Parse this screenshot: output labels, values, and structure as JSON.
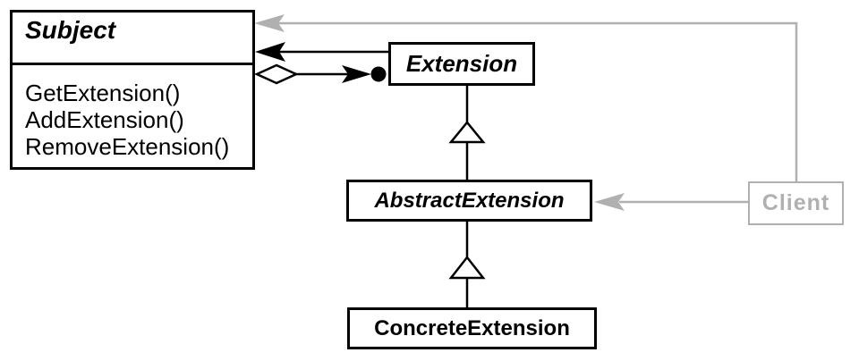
{
  "diagram": {
    "kind": "uml-class-diagram",
    "colors": {
      "foreground": "#000000",
      "muted_gray": "#b0b0b0",
      "background": "#ffffff"
    },
    "classes": [
      {
        "id": "subject",
        "name": "Subject",
        "abstract": true,
        "methods": [
          "GetExtension()",
          "AddExtension()",
          "RemoveExtension()"
        ]
      },
      {
        "id": "extension",
        "name": "Extension",
        "abstract": true
      },
      {
        "id": "abstract-extension",
        "name": "AbstractExtension",
        "abstract": true
      },
      {
        "id": "concrete-extension",
        "name": "ConcreteExtension",
        "abstract": false
      },
      {
        "id": "client",
        "name": "Client",
        "muted": true
      }
    ],
    "relations": [
      {
        "from": "extension",
        "to": "subject",
        "type": "directed-association",
        "color": "#000000"
      },
      {
        "from": "subject",
        "to": "extension",
        "type": "aggregation-to-many",
        "color": "#000000"
      },
      {
        "from": "abstract-extension",
        "to": "extension",
        "type": "generalization",
        "color": "#000000"
      },
      {
        "from": "concrete-extension",
        "to": "abstract-extension",
        "type": "generalization",
        "color": "#000000"
      },
      {
        "from": "client",
        "to": "subject",
        "type": "reference",
        "color": "#b0b0b0"
      },
      {
        "from": "client",
        "to": "abstract-extension",
        "type": "reference",
        "color": "#b0b0b0"
      }
    ]
  }
}
